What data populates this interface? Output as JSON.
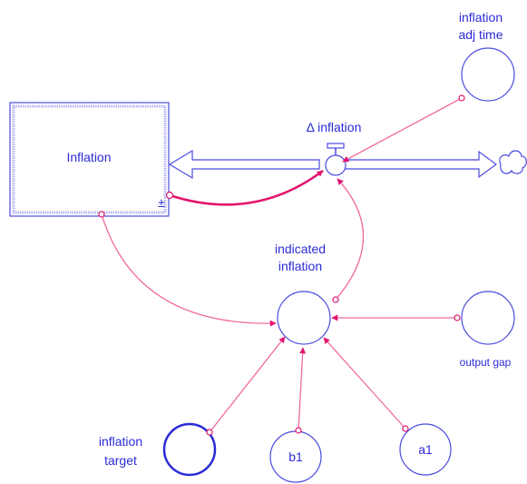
{
  "diagram": {
    "stock": {
      "label": "Inflation",
      "polarity": "±"
    },
    "flow": {
      "label": "Δ inflation"
    },
    "variables": {
      "adj_time": {
        "line1": "inflation",
        "line2": "adj time"
      },
      "indicated": {
        "line1": "indicated",
        "line2": "inflation"
      },
      "output_gap": {
        "label": "output gap"
      },
      "target": {
        "line1": "inflation",
        "line2": "target"
      },
      "b1": {
        "label": "b1"
      },
      "a1": {
        "label": "a1"
      }
    }
  },
  "colors": {
    "variable_outline": "#4a4ae0",
    "text": "#2b2bd6",
    "link": "#f06aa0",
    "strong_link": "#e0146e"
  }
}
